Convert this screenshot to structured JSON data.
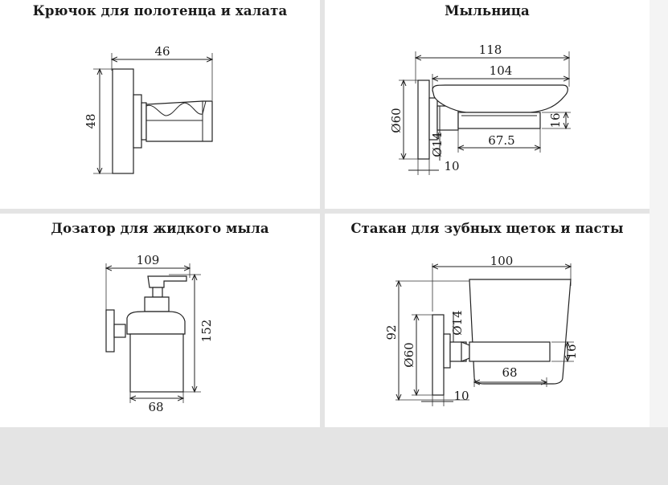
{
  "panels": {
    "hook": {
      "title": "Крючок для полотенца и халата",
      "dims": {
        "width": "46",
        "height": "48"
      }
    },
    "soap_dish": {
      "title": "Мыльница",
      "dims": {
        "overall": "118",
        "dish": "104",
        "diameter": "Ø60",
        "pipe": "Ø14",
        "depth": "16",
        "inner": "67.5",
        "offset": "10"
      }
    },
    "dispenser": {
      "title": "Дозатор для жидкого мыла",
      "dims": {
        "width": "109",
        "height": "152",
        "base": "68"
      }
    },
    "cup": {
      "title": "Стакан для зубных щеток и пасты",
      "dims": {
        "width": "100",
        "height": "92",
        "diameter": "Ø60",
        "pipe": "Ø14",
        "depth": "16",
        "inner": "68",
        "offset": "10"
      }
    }
  }
}
